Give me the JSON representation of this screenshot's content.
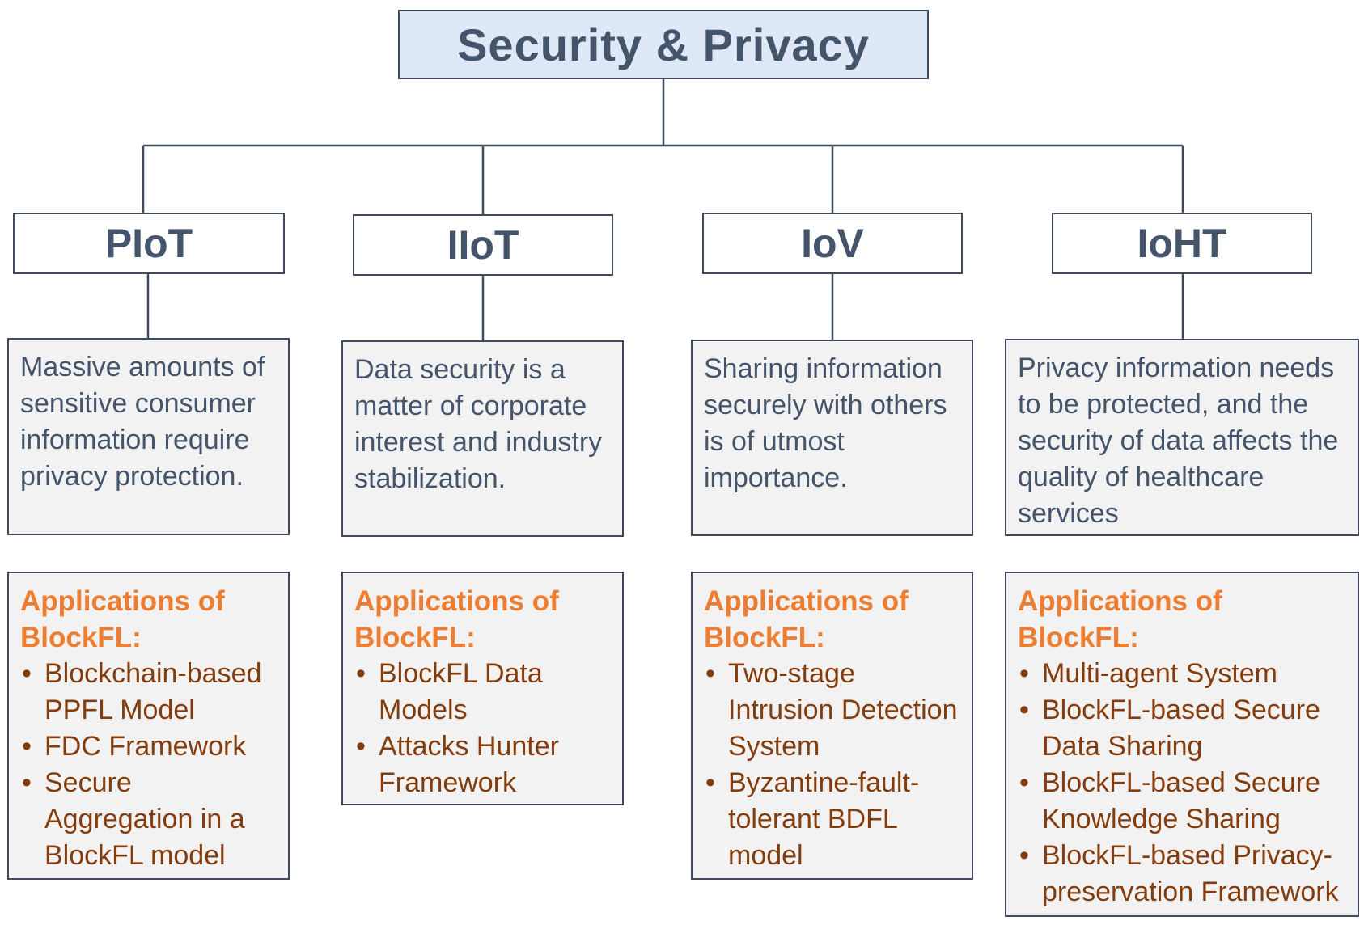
{
  "root": {
    "title": "Security & Privacy"
  },
  "colors": {
    "border": "#3f4a5c",
    "root_fill": "#dfe8f6",
    "title_text": "#44546a",
    "panel_fill": "#f2f2f2",
    "heading_orange": "#ed7d31",
    "item_brown": "#843c0c"
  },
  "categories": [
    {
      "name": "PIoT",
      "description": "Massive amounts of sensitive consumer information require privacy protection.",
      "app_heading": "Applications of BlockFL:",
      "items": [
        "Blockchain-based PPFL Model",
        "FDC Framework",
        "Secure Aggregation in a BlockFL model"
      ]
    },
    {
      "name": "IIoT",
      "description": "Data security is a matter of corporate interest and industry stabilization.",
      "app_heading": "Applications of BlockFL:",
      "items": [
        "BlockFL Data Models",
        "Attacks Hunter Framework"
      ]
    },
    {
      "name": "IoV",
      "description": "Sharing information securely with others is of utmost importance.",
      "app_heading": "Applications of BlockFL:",
      "items": [
        "Two-stage Intrusion Detection System",
        "Byzantine-fault-tolerant BDFL model"
      ]
    },
    {
      "name": "IoHT",
      "description": "Privacy information needs to be protected, and the security of data affects the quality of healthcare services",
      "app_heading": "Applications of BlockFL:",
      "items": [
        "Multi-agent System",
        "BlockFL-based Secure Data Sharing",
        "BlockFL-based Secure Knowledge Sharing",
        "BlockFL-based Privacy-preservation Framework"
      ]
    }
  ]
}
